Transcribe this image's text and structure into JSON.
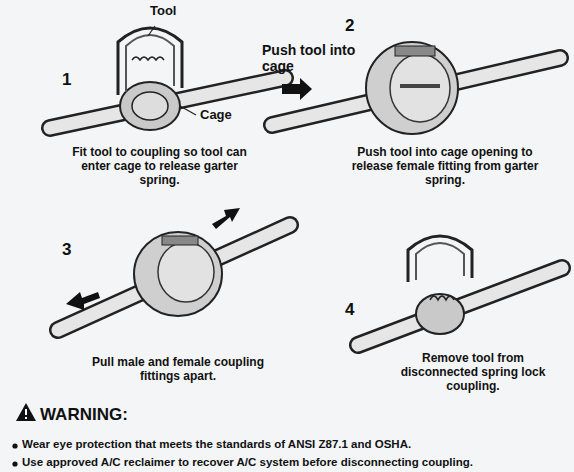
{
  "diagram": {
    "labels": [
      "Tool",
      "2",
      "Push tool into cage",
      "1",
      "Cage",
      "Fit tool to coupling so tool can enter cage to release garter spring.",
      "Push tool into cage opening to release female fitting from garter spring.",
      "3",
      "4",
      "Pull male and female coupling fittings apart.",
      "Remove tool from disconnected spring lock coupling.",
      "WARNING:",
      "Wear eye protection that meets the standards of ANSI Z87.1 and OSHA.",
      "Use approved A/C reclaimer to recover A/C system before disconnecting coupling."
    ]
  }
}
